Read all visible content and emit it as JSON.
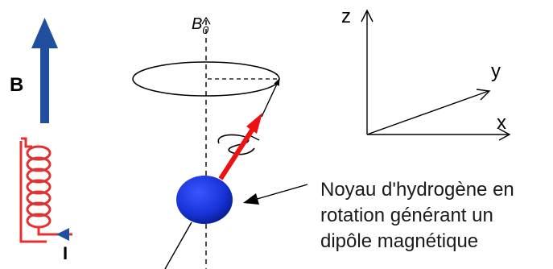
{
  "labels": {
    "b_field": "B",
    "current": "I",
    "b0": "B",
    "b0_sub": "0",
    "axis_z": "z",
    "axis_y": "y",
    "axis_x": "x"
  },
  "caption": {
    "lines": [
      "Noyau d'hydrogène en",
      "rotation générant un",
      "dipôle magnétique"
    ]
  },
  "colors": {
    "field_arrow": "#1f4f9e",
    "coil": "#e53030",
    "spin_vector": "#ee1111",
    "nucleus": "#1733d8",
    "lines": "#000000"
  }
}
